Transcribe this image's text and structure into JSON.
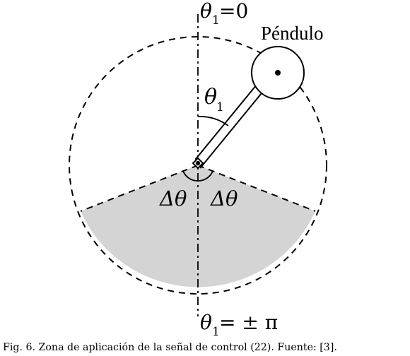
{
  "diagram": {
    "top_angle": {
      "symbol": "θ",
      "subscript": "1",
      "rest": "=0"
    },
    "bottom_angle": {
      "symbol": "θ",
      "subscript": "1",
      "rest": "= ± π"
    },
    "rod_angle": {
      "symbol": "θ",
      "subscript": "1"
    },
    "pendulum_label": "Péndulo",
    "delta_left": {
      "symbol": "Δθ"
    },
    "delta_right": {
      "symbol": "Δθ"
    },
    "colors": {
      "stroke": "#000000",
      "control_zone_fill": "#d4d4d4",
      "background": "#ffffff"
    }
  },
  "caption": "Fig. 6. Zona de aplicación de la señal de control (22). Fuente: [3]."
}
